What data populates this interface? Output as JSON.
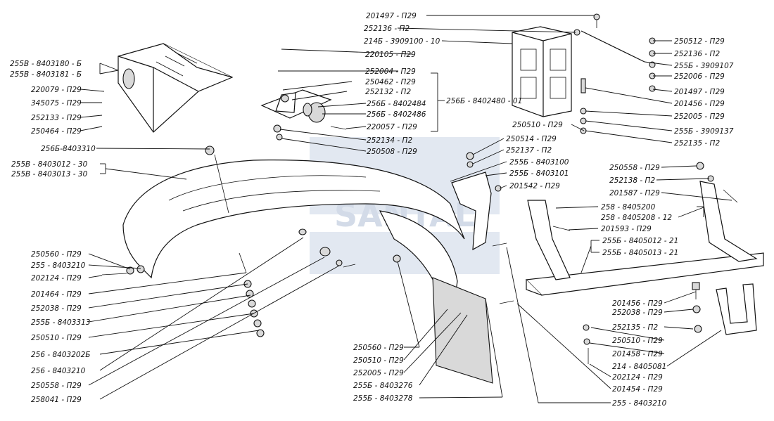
{
  "watermark": {
    "text": "SANTAL",
    "color": "#dfe6f0"
  },
  "colors": {
    "line": "#111111",
    "background": "#ffffff"
  },
  "labels": {
    "l01": "201497 - П29",
    "l02": "252136 - П2",
    "l03": "214Б - 3909100 - 10",
    "l04": "220105 - П29",
    "l05": "252004 - П29",
    "l06": "255В - 8403180 - Б",
    "l07": "255В - 8403181 - Б",
    "l08": "220079 - П29",
    "l09": "345075 - П29",
    "l10": "252133 - П29",
    "l11": "250464 - П29",
    "l12": "250462 - П29",
    "l13": "252132 - П2",
    "l14": "256Б - 8402484",
    "l15": "256Б - 8402486",
    "l16": "220057 - П29",
    "l17": "252134 - П2",
    "l18": "250508 - П29",
    "l19": "256Б - 8402480 - 01",
    "l20": "250512 - П29",
    "l21": "252136 - П2",
    "l22": "255Б - 3909107",
    "l23": "252006 - П29",
    "l24": "201497 - П29",
    "l25": "201456 - П29",
    "l26": "252005 - П29",
    "l27": "255Б - 3909137",
    "l28": "252135 - П2",
    "l29": "250510 - П29",
    "l30": "256Б-8403310",
    "l31": "255В - 8403012 - 30",
    "l32": "255В - 8403013 - 30",
    "l33": "250514 - П29",
    "l34": "252137 - П2",
    "l35": "255Б - 8403100",
    "l36": "255Б - 8403101",
    "l37": "201542 - П29",
    "l38": "250558 - П29",
    "l39": "252138 - П2",
    "l40": "201587 - П29",
    "l41": "258 - 8405200",
    "l42": "258 - 8405208 - 12",
    "l43": "201593 - П29",
    "l44": "255Б - 8405012 - 21",
    "l45": "255Б - 8405013 - 21",
    "l46": "250560 - П29",
    "l47": "255 - 8403210",
    "l48": "202124 - П29",
    "l49": "201464 - П29",
    "l50": "252038 - П29",
    "l51": "255Б - 8403313",
    "l52": "250510 - П29",
    "l53": "256 - 8403202Б",
    "l54": "256 - 8403210",
    "l55": "250558 - П29",
    "l56": "258041 - П29",
    "l57": "250560 - П29",
    "l58": "250510 - П29",
    "l59": "252005 - П29",
    "l60": "255Б - 8403276",
    "l61": "255Б - 8403278",
    "l62": "201456 - П29",
    "l63": "252038 - П29",
    "l64": "252135 - П2",
    "l65": "250510 - П29",
    "l66": "201458 - П29",
    "l67": "214 - 8405081",
    "l68": "202124 - П29",
    "l69": "201454 - П29",
    "l70": "255 - 8403210"
  }
}
